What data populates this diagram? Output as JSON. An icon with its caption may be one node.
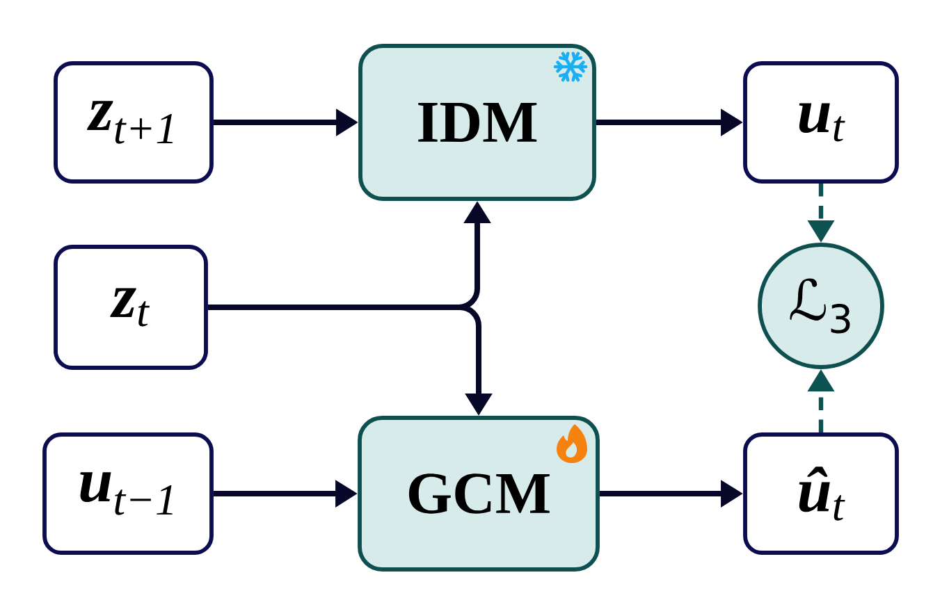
{
  "diagram": {
    "nodes": [
      {
        "text": [
          "**z**$_{t+1}$"
        ]
      },
      {
        "text": [
          "IDM"
        ]
      },
      {
        "text": [
          "**u**$_{t}$"
        ]
      },
      {
        "text": [
          "**z**$_{t}$"
        ]
      },
      {
        "text": [
          "ℒ$_{3}$"
        ]
      },
      {
        "text": [
          "**u**$_{t−1}$"
        ]
      },
      {
        "text": [
          "GCM"
        ]
      },
      {
        "text": [
          "**û**$_{t}$"
        ]
      }
    ],
    "edges": [
      {
        "from": 0,
        "to": 1,
        "arrow": "to"
      },
      {
        "from": 1,
        "to": 2,
        "arrow": "to"
      },
      {
        "from": 3,
        "to": 1,
        "arrow": "to"
      },
      {
        "from": 3,
        "to": 6,
        "arrow": "to"
      },
      {
        "from": 2,
        "to": 4,
        "arrow": "to",
        "style": "dashed",
        "color": "#0b5250"
      },
      {
        "from": 5,
        "to": 6,
        "arrow": "to"
      },
      {
        "from": 6,
        "to": 7,
        "arrow": "to"
      },
      {
        "from": 7,
        "to": 4,
        "arrow": "to",
        "style": "dashed",
        "color": "#0b5250"
      }
    ]
  }
}
